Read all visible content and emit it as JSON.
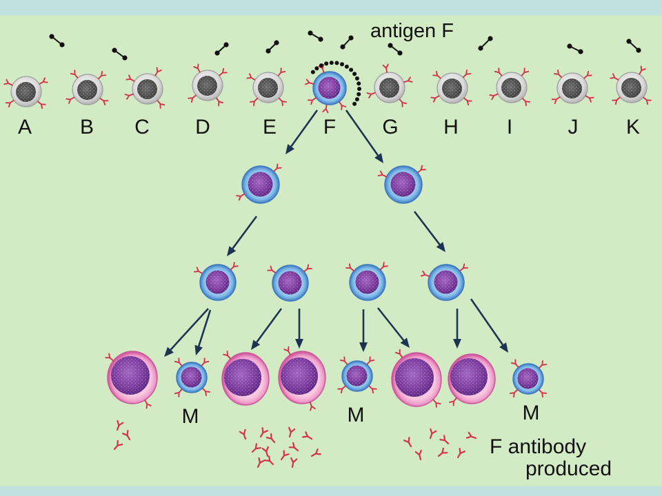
{
  "antigen_label": "antigen F",
  "lymphocyte_labels": [
    "A",
    "B",
    "C",
    "D",
    "E",
    "F",
    "G",
    "H",
    "I",
    "J",
    "K"
  ],
  "memory_cell_labels": [
    "M",
    "M",
    "M"
  ],
  "antibody_label": {
    "line1": "F antibody",
    "line2": "produced"
  },
  "colors": {
    "frame": "#bfe2e1",
    "background": "#d3ebc4",
    "receptor": "#d4304e",
    "antigen": "#111111",
    "arrow": "#1c3352"
  }
}
